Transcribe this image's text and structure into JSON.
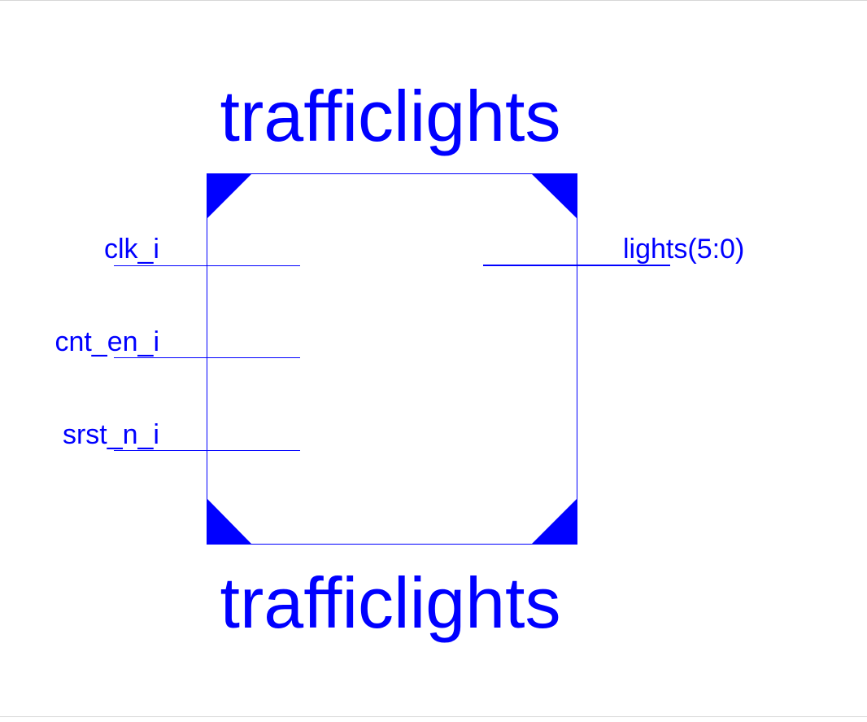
{
  "symbol": {
    "name_top": "trafficlights",
    "name_bottom": "trafficlights",
    "color": "#0000ff",
    "inputs": [
      {
        "label": "clk_i"
      },
      {
        "label": "cnt_en_i"
      },
      {
        "label": "srst_n_i"
      }
    ],
    "outputs": [
      {
        "label": "lights(5:0)"
      }
    ]
  }
}
